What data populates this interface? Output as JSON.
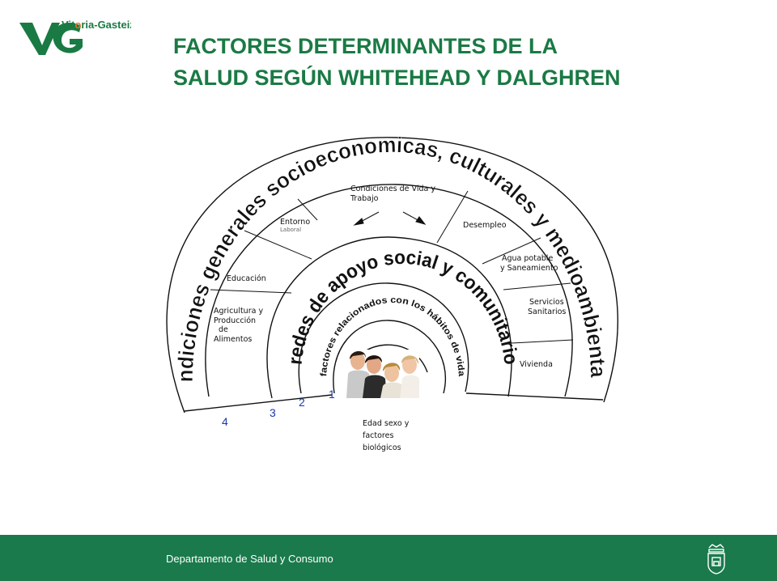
{
  "logo": {
    "text_vit": "Vit",
    "text_o": "o",
    "text_rest": "ria-Gasteiz",
    "brand_color": "#1a7a44",
    "accent_color": "#e07020"
  },
  "title": {
    "line1": "FACTORES DETERMINANTES DE LA",
    "line2": "SALUD SEGÚN WHITEHEAD Y DALGHREN",
    "color": "#1a7a44"
  },
  "diagram": {
    "arc_texts": {
      "outer": "condiciones generales socioeconomicas, culturales y medioambientales",
      "social": "redes de apoyo social y comunitario",
      "lifestyle": "factores relacionados con los hábitos de vida"
    },
    "segments": {
      "condiciones_line1": "Condiciones de Vida y",
      "condiciones_line2": "Trabajo",
      "entorno": "Entorno",
      "entorno_sub": "Laboral",
      "desempleo": "Desempleo",
      "educacion": "Educación",
      "agua_line1": "Agua potable",
      "agua_line2": "y Saneamiento",
      "agricultura_line1": "Agricultura y",
      "agricultura_line2": "Producción",
      "agricultura_line3": "de",
      "agricultura_line4": "Alimentos",
      "servicios_line1": "Servicios",
      "servicios_line2": "Sanitarios",
      "vivienda": "Vivienda"
    },
    "numbers": [
      "1",
      "2",
      "3",
      "4"
    ],
    "center_caption": {
      "line1": "Edad sexo y",
      "line2": "factores",
      "line3": "biológicos"
    },
    "people_icon": "people-group-photo",
    "number_color": "#1a3aa8"
  },
  "footer": {
    "text": "Departamento de Salud y Consumo",
    "background": "#1a7a4c",
    "crest_icon": "city-crest-icon"
  }
}
